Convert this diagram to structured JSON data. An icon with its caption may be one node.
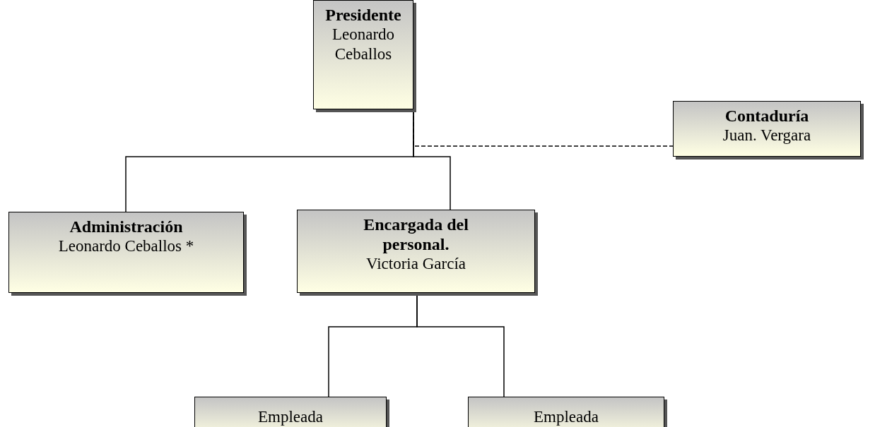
{
  "diagram": {
    "nodes": [
      {
        "text": [
          "Presidente",
          "Leonardo Ceballos"
        ]
      },
      {
        "text": [
          "Contaduría",
          "Juan. Vergara"
        ]
      },
      {
        "text": [
          "Administración",
          "Leonardo Ceballos *"
        ]
      },
      {
        "text": [
          "Encargada del personal.",
          "Victoria García"
        ]
      },
      {
        "text": [
          "Empleada"
        ]
      },
      {
        "text": [
          "Empleada"
        ]
      }
    ],
    "edges": [
      {
        "from": 0,
        "to": 2,
        "arrow": "none"
      },
      {
        "from": 0,
        "to": 3,
        "arrow": "none"
      },
      {
        "from": 0,
        "to": 1,
        "arrow": "none",
        "style": "dashed"
      },
      {
        "from": 3,
        "to": 4,
        "arrow": "none"
      },
      {
        "from": 3,
        "to": 5,
        "arrow": "none"
      }
    ]
  }
}
